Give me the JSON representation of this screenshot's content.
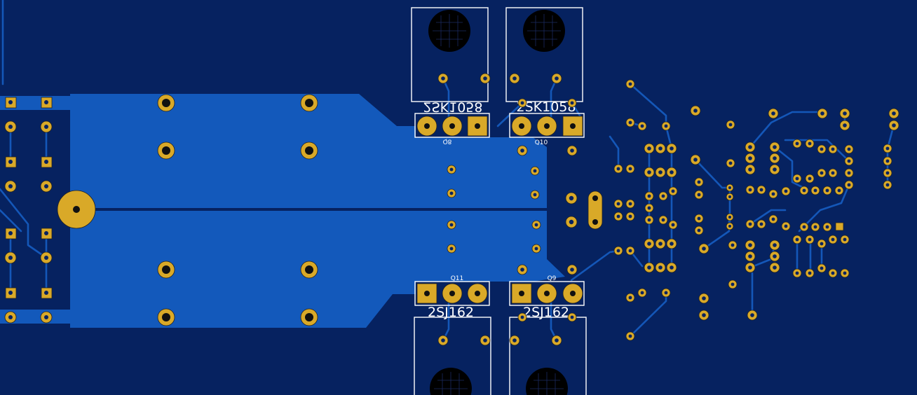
{
  "transistors": [
    {
      "designator": "Q8",
      "part": "2SK1058",
      "mirrored": true
    },
    {
      "designator": "Q10",
      "part": "2SK1058",
      "mirrored": false
    },
    {
      "designator": "Q11",
      "part": "2SJ162",
      "mirrored": false
    },
    {
      "designator": "Q9",
      "part": "2SJ162",
      "mirrored": false
    }
  ],
  "colors": {
    "background": "#062260",
    "copper_pour": "#1359bb",
    "pad": "#d9a928",
    "silkscreen": "#ffffff"
  }
}
